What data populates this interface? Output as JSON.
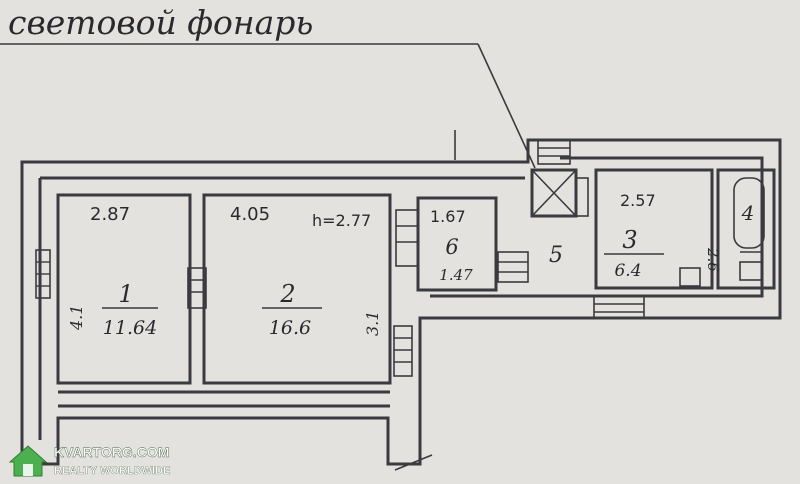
{
  "annotation": {
    "label": "световой фонарь"
  },
  "rooms": [
    {
      "number": "1",
      "area": "11.64",
      "width": "2.87"
    },
    {
      "number": "2",
      "area": "16.6",
      "width": "4.05"
    },
    {
      "number": "6",
      "area": "1.47",
      "width": "1.67"
    },
    {
      "number": "5",
      "area": ""
    },
    {
      "number": "3",
      "area": "6.4",
      "width": "2.57"
    },
    {
      "number": "4",
      "area": ""
    }
  ],
  "ceiling_height": "h=2.77",
  "side_dims": {
    "room1": "4.1",
    "room2": "3.1",
    "kitchen": "2.6"
  },
  "watermark": {
    "brand": "KVARTORG.COM",
    "tagline": "REALTY WORLDWIDE",
    "color": "#4caf50"
  }
}
